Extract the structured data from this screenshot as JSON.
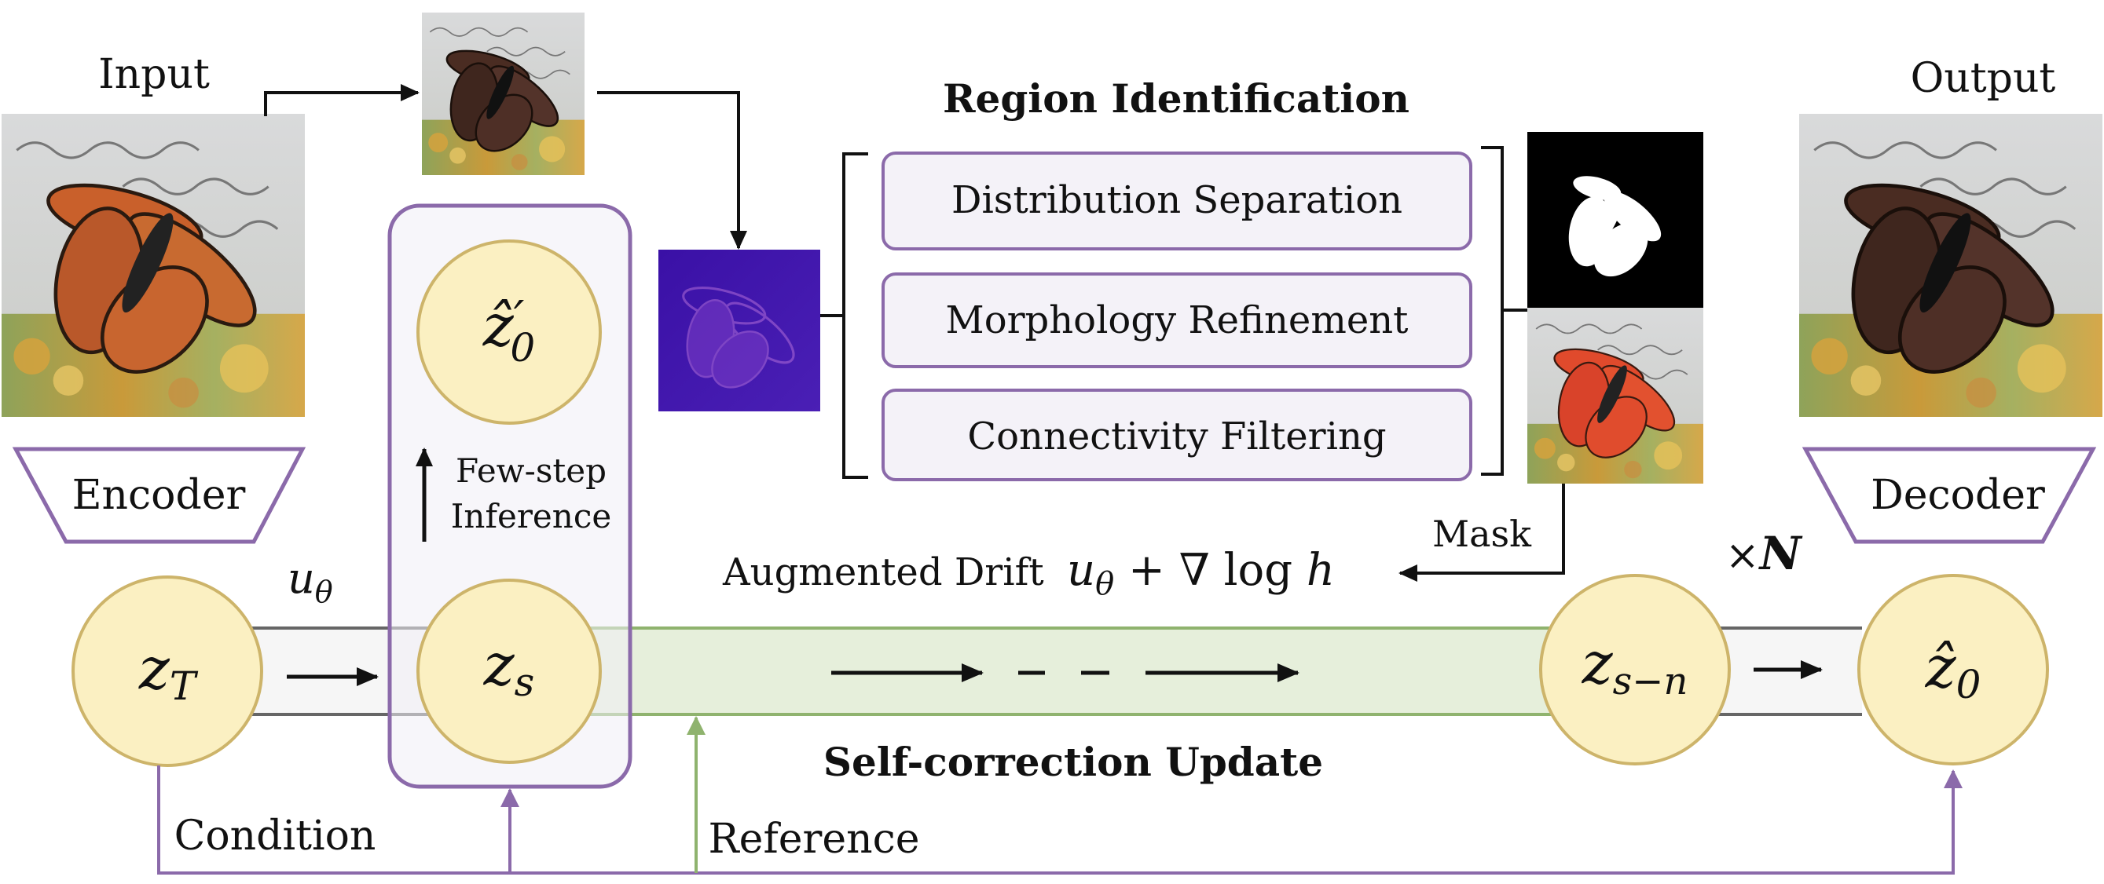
{
  "labels": {
    "input": "Input",
    "output": "Output",
    "region_identification": "Region Identification",
    "encoder": "Encoder",
    "decoder": "Decoder",
    "few_step_line1": "Few-step",
    "few_step_line2": "Inference",
    "mask": "Mask",
    "augmented_drift": "Augmented Drift",
    "times_n_symbol": "×",
    "times_n_letter": "N",
    "self_correction": "Self-correction Update",
    "condition": "Condition",
    "reference": "Reference",
    "u_theta_base": "u",
    "u_theta_sub": "θ"
  },
  "region_steps": [
    "Distribution Separation",
    "Morphology Refinement",
    "Connectivity Filtering"
  ],
  "nodes": {
    "z_T": {
      "base": "z",
      "sub": "T"
    },
    "z_s": {
      "base": "z",
      "sub": "s"
    },
    "z_s_minus_n": {
      "base": "z",
      "sub": "s−n"
    },
    "z0_hat": {
      "base": "ẑ",
      "sub": "0"
    },
    "z0_prime": {
      "base": "ẑ",
      "prime": "′",
      "sub": "0"
    }
  },
  "drift_formula": {
    "u": "u",
    "theta": "θ",
    "rest": " + ∇ log ",
    "h": "h"
  },
  "colors": {
    "node_fill": "#fbf0c2",
    "node_stroke": "#cdb46a",
    "purple": "#8b6aaa",
    "green": "#8fb36e",
    "green_band": "#e6efdb",
    "box_fill": "#f4f2f8",
    "gray_band": "#f6f6f6",
    "gray_line": "#666666"
  }
}
